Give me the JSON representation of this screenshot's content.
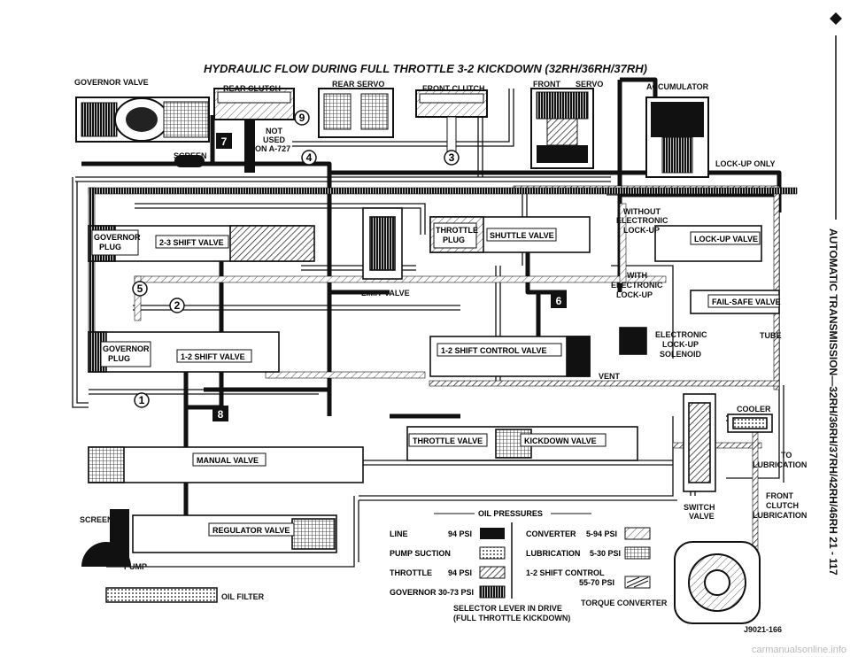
{
  "title": "HYDRAULIC FLOW DURING FULL THROTTLE 3-2 KICKDOWN (32RH/36RH/37RH)",
  "side_title": "AUTOMATIC TRANSMISSION—32RH/36RH/37RH/42RH/46RH    21 - 117",
  "figure_code": "J9021-166",
  "watermark": "carmanualsonline.info",
  "labels": {
    "governor_valve": "GOVERNOR VALVE",
    "rear_clutch": "REAR CLUTCH",
    "rear_servo": "REAR SERVO",
    "front_clutch": "FRONT CLUTCH",
    "front_servo_a": "FRONT",
    "front_servo_b": "SERVO",
    "accumulator": "ACCUMULATOR",
    "lockup_only": "LOCK-UP ONLY",
    "not_used_1": "NOT",
    "not_used_2": "USED",
    "not_used_3": "ON A-727",
    "screen_top": "SCREEN",
    "governor_plug_1a": "GOVERNOR",
    "governor_plug_1b": "PLUG",
    "shift_23": "2-3 SHIFT VALVE",
    "limit_valve": "LIMIT VALVE",
    "throttle_plug_a": "THROTTLE",
    "throttle_plug_b": "PLUG",
    "shuttle_valve": "SHUTTLE VALVE",
    "without_a": "WITHOUT",
    "without_b": "ELECTRONIC",
    "without_c": "LOCK-UP",
    "lockup_valve": "LOCK-UP VALVE",
    "with_a": "WITH",
    "with_b": "ELECTRONIC",
    "with_c": "LOCK-UP",
    "failsafe_valve": "FAIL-SAFE VALVE",
    "governor_plug_2a": "GOVERNOR",
    "governor_plug_2b": "PLUG",
    "shift_12": "1-2 SHIFT VALVE",
    "shift_control": "1-2 SHIFT CONTROL VALVE",
    "vent": "VENT",
    "solenoid_a": "ELECTRONIC",
    "solenoid_b": "LOCK-UP",
    "solenoid_c": "SOLENOID",
    "tube": "TUBE",
    "cooler": "COOLER",
    "throttle_valve": "THROTTLE VALVE",
    "kickdown_valve": "KICKDOWN VALVE",
    "to_lub_a": "TO",
    "to_lub_b": "LUBRICATION",
    "manual_valve": "MANUAL VALVE",
    "switch_a": "SWITCH",
    "switch_b": "VALVE",
    "front_lub_a": "FRONT",
    "front_lub_b": "CLUTCH",
    "front_lub_c": "LUBRICATION",
    "screen_bottom": "SCREEN",
    "regulator_valve": "REGULATOR VALVE",
    "pump": "PUMP",
    "oil_filter": "OIL FILTER",
    "torque_converter": "TORQUE CONVERTER",
    "selector_a": "SELECTOR LEVER IN DRIVE",
    "selector_b": "(FULL THROTTLE KICKDOWN)"
  },
  "circles": [
    "9",
    "7",
    "4",
    "3",
    "5",
    "2",
    "6",
    "1",
    "8"
  ],
  "legend": {
    "title": "OIL PRESSURES",
    "line": "LINE",
    "line_val": "94 PSI",
    "pump_suction": "PUMP SUCTION",
    "throttle": "THROTTLE",
    "throttle_val": "94 PSI",
    "governor": "GOVERNOR 30-73 PSI",
    "converter": "CONVERTER",
    "converter_val": "5-94 PSI",
    "lubrication": "LUBRICATION",
    "lubrication_val": "5-30 PSI",
    "shift_control": "1-2 SHIFT CONTROL",
    "shift_control_val": "55-70 PSI"
  }
}
